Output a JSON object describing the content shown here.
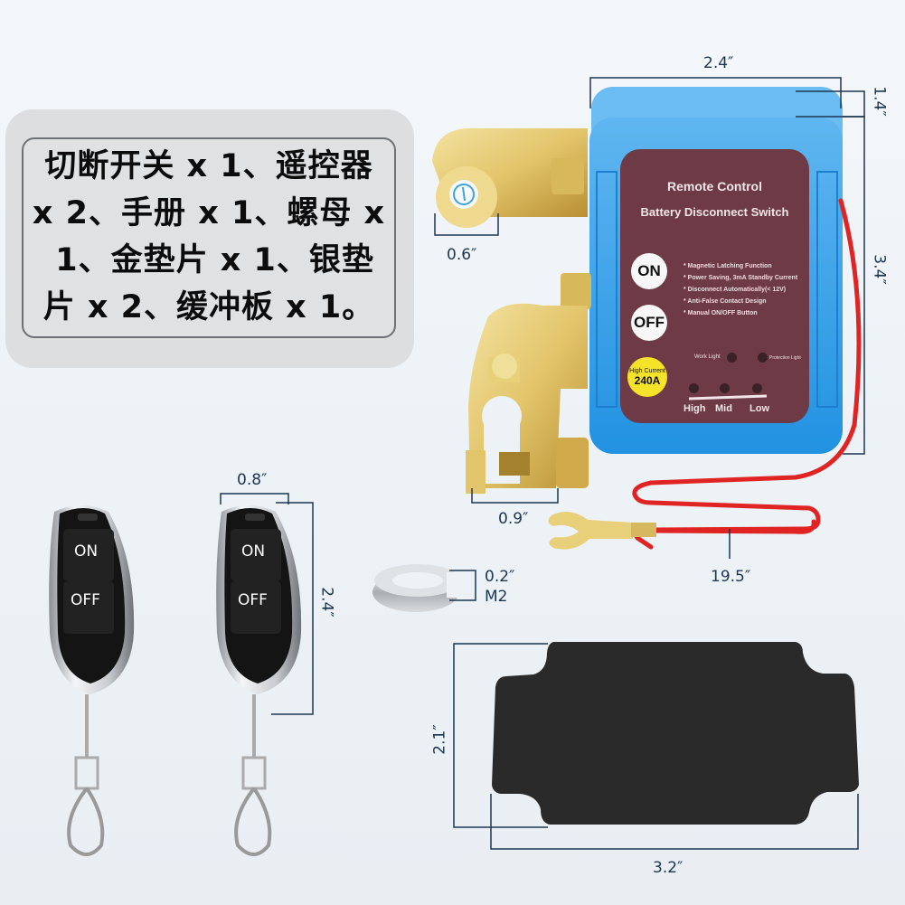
{
  "package_contents": {
    "lines": [
      "切断开关 x 1、遥控器",
      "x 2、手册 x 1、螺母 x",
      " 1、金垫片 x 1、银垫",
      "片 x 2、缓冲板 x 1。"
    ]
  },
  "switch_panel": {
    "title_line1": "Remote Control",
    "title_line2": "Battery Disconnect Switch",
    "on_label": "ON",
    "off_label": "OFF",
    "features": [
      "* Magnetic Latching Function",
      "* Power Saving, 3mA Standby Current",
      "* Disconnect Automatically(< 12V)",
      "* Anti-False Contact Design",
      "* Manual ON/OFF Button"
    ],
    "work_light_label": "Work Light",
    "protection_light_label": "Protection Light",
    "current_badge_top": "High Current",
    "current_badge_value": "240A",
    "levels": [
      "High",
      "Mid",
      "Low"
    ]
  },
  "dimensions": {
    "switch_width": "2.4″",
    "switch_depth": "1.4″",
    "switch_height": "3.4″",
    "terminal_cap": "0.6″",
    "clamp_width": "0.9″",
    "wire_length": "19.5″",
    "remote_width": "0.8″",
    "remote_height": "2.4″",
    "washer_thickness": "0.2″",
    "washer_size": "M2",
    "pad_height": "2.1″",
    "pad_width": "3.2″"
  },
  "remotes": [
    {
      "on_label": "ON",
      "off_label": "OFF"
    },
    {
      "on_label": "ON",
      "off_label": "OFF"
    }
  ],
  "colors": {
    "switch_body": "#2e9be6",
    "panel": "#6e3a45",
    "badge": "#f5e32a",
    "wire": "#e02424",
    "brass": "#e8cf7a",
    "pad": "#2a2a2a",
    "dimension_line": "#1c3550"
  }
}
